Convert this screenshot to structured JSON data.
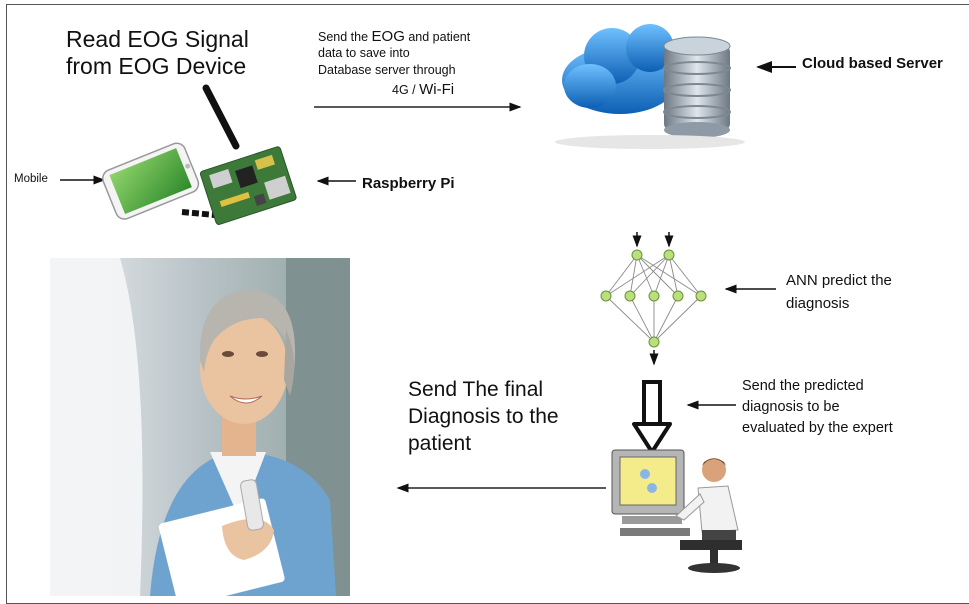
{
  "labels": {
    "read_eog_line1": "Read EOG Signal",
    "read_eog_line2": "from EOG Device",
    "send_eog_part1": "Send the ",
    "send_eog_part2": "EOG",
    "send_eog_part3": " and patient",
    "send_eog_line2": "data to save into",
    "send_eog_line3": "Database server through",
    "send_eog_line4_a": "4G / ",
    "send_eog_line4_b": "Wi-Fi",
    "cloud_server": "Cloud based Server",
    "mobile": "Mobile",
    "raspberry_pi": "Raspberry Pi",
    "ann_line1": "ANN predict the",
    "ann_line2": "diagnosis",
    "predicted_line1": "Send the predicted",
    "predicted_line2": "diagnosis to be",
    "predicted_line3": "evaluated by the expert",
    "final_line1": "Send The final",
    "final_line2": "Diagnosis to the",
    "final_line3": "patient"
  },
  "icons": {
    "cloud": "cloud-database-icon",
    "mobile": "smartphone-icon",
    "raspberry": "raspberry-pi-board-icon",
    "ann": "neural-network-icon",
    "expert": "expert-at-computer-icon",
    "patient": "patient-photo"
  },
  "colors": {
    "cloud_blue": "#1f7fd6",
    "db_gray": "#9aa7b3",
    "board_green": "#3d7a3a",
    "node_green": "#b9e07a",
    "screen_yellow": "#f4ec8a"
  }
}
